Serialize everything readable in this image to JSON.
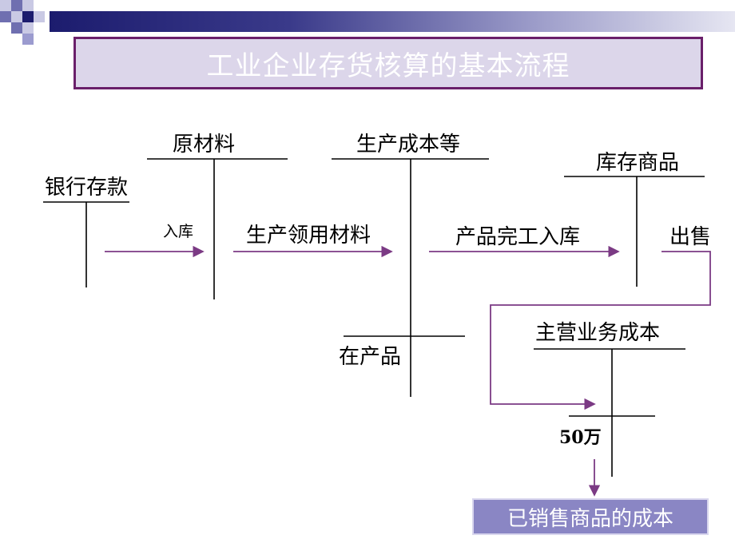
{
  "title": "工业企业存货核算的基本流程",
  "accounts": {
    "bank_deposit": "银行存款",
    "raw_materials": "原材料",
    "production_cost": "生产成本等",
    "inventory_goods": "库存商品",
    "main_business_cost": "主营业务成本",
    "wip": "在产品"
  },
  "flows": {
    "into_storage": "入库",
    "production_materials": "生产领用材料",
    "finished_goods": "产品完工入库",
    "sale": "出售"
  },
  "amount": "50万",
  "result": "已销售商品的成本",
  "colors": {
    "arrow": "#7b3a84",
    "title_border": "#6a1f6a",
    "title_fill": "#dcd6ea",
    "result_fill": "#8a86c4"
  }
}
